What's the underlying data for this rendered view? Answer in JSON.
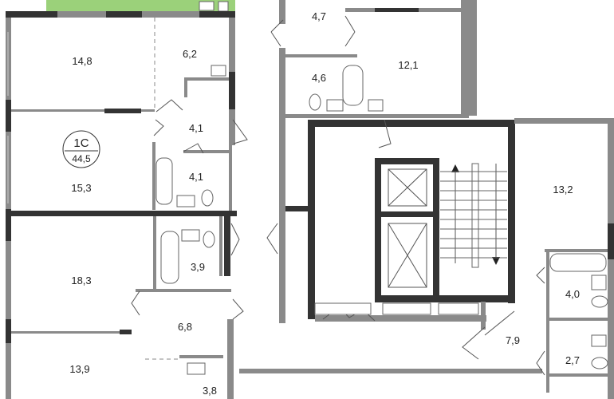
{
  "plan": {
    "apartment": {
      "code": "1C",
      "area": "44,5"
    },
    "balcony_color": "#9bd17a",
    "rooms": [
      {
        "id": "r1",
        "area": "4,7"
      },
      {
        "id": "r2",
        "area": "14,8"
      },
      {
        "id": "r3",
        "area": "6,2"
      },
      {
        "id": "r4",
        "area": "12,1"
      },
      {
        "id": "r5",
        "area": "4,6"
      },
      {
        "id": "r6",
        "area": "4,1"
      },
      {
        "id": "r7",
        "area": "4,1"
      },
      {
        "id": "r8",
        "area": "15,3"
      },
      {
        "id": "r9",
        "area": "13,2"
      },
      {
        "id": "r10",
        "area": "18,3"
      },
      {
        "id": "r11",
        "area": "3,9"
      },
      {
        "id": "r12",
        "area": "4,0"
      },
      {
        "id": "r13",
        "area": "6,8"
      },
      {
        "id": "r14",
        "area": "7,9"
      },
      {
        "id": "r15",
        "area": "2,7"
      },
      {
        "id": "r16",
        "area": "13,9"
      },
      {
        "id": "r17",
        "area": "3,8"
      }
    ]
  }
}
